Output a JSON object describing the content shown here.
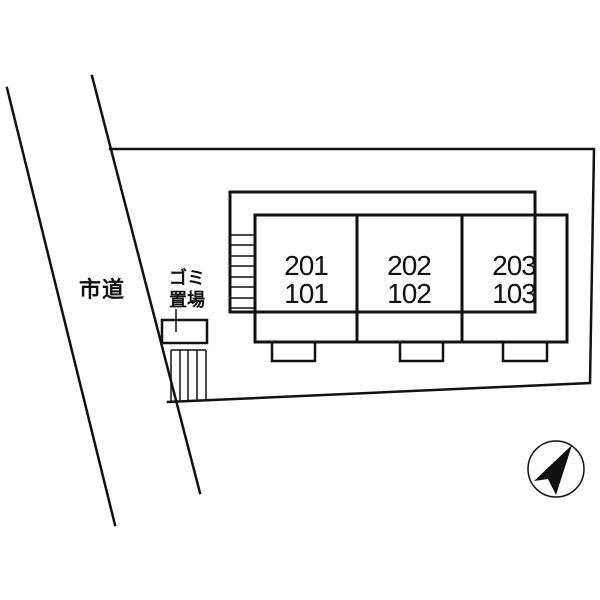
{
  "site_plan": {
    "road_label": "市道",
    "garbage_area": {
      "label_line1": "ゴミ",
      "label_line2": "置場"
    },
    "units": [
      {
        "upper": "201",
        "lower": "101"
      },
      {
        "upper": "202",
        "lower": "102"
      },
      {
        "upper": "203",
        "lower": "103"
      }
    ],
    "colors": {
      "building_fill": "#F8F3A2",
      "line_color": "#111111",
      "background": "#FFFFFF"
    },
    "icons": {
      "compass": "north-arrow-icon",
      "stairs": "staircase-symbol",
      "parking_steps": "steps-hatch-symbol"
    }
  }
}
